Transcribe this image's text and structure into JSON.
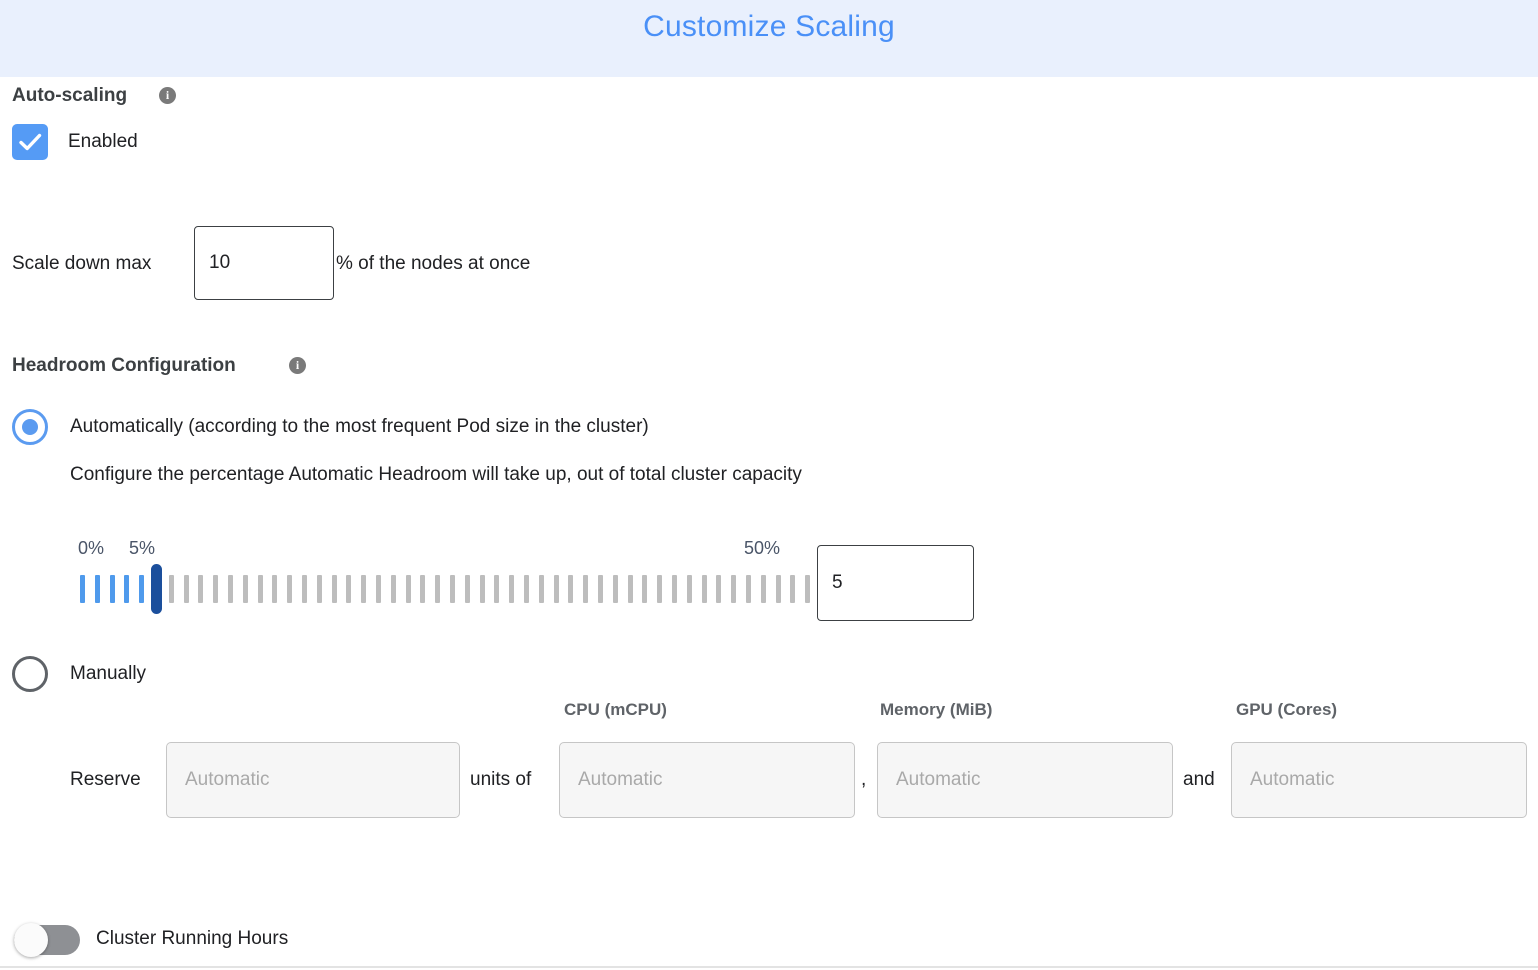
{
  "header": {
    "title": "Customize Scaling",
    "background_color": "#e9f0fd",
    "title_color": "#4a90f7"
  },
  "autoscaling": {
    "section_label": "Auto-scaling",
    "info_icon": "info-icon",
    "info_glyph": "i",
    "enabled_label": "Enabled",
    "enabled_checked": true,
    "checkbox_color": "#559bf5"
  },
  "scale_down": {
    "prefix_label": "Scale down max",
    "value": "10",
    "suffix_label": "% of the nodes at once"
  },
  "headroom": {
    "section_label": "Headroom Configuration",
    "info_glyph": "i",
    "automatic": {
      "label": "Automatically (according to the most frequent Pod size in the cluster)",
      "selected": true,
      "description": "Configure the percentage Automatic Headroom will take up, out of total cluster capacity"
    },
    "slider": {
      "min_label": "0%",
      "current_label": "5%",
      "max_label": "50%",
      "min_value": 0,
      "max_value": 50,
      "current_value": 5,
      "tick_count": 50,
      "active_tick_color": "#4f9aec",
      "inactive_tick_color": "#bdbdbd",
      "thumb_color": "#1b4f9c",
      "label_color": "#4a5568"
    },
    "slider_input_value": "5",
    "manual": {
      "label": "Manually",
      "selected": false,
      "reserve_label": "Reserve",
      "units_of_label": "units of",
      "comma_label": ",",
      "and_label": "and",
      "fields": [
        {
          "header": "",
          "placeholder": "Automatic",
          "value": ""
        },
        {
          "header": "CPU (mCPU)",
          "placeholder": "Automatic",
          "value": ""
        },
        {
          "header": "Memory (MiB)",
          "placeholder": "Automatic",
          "value": ""
        },
        {
          "header": "GPU (Cores)",
          "placeholder": "Automatic",
          "value": ""
        }
      ]
    }
  },
  "cluster_running_hours": {
    "label": "Cluster Running Hours",
    "enabled": false
  }
}
